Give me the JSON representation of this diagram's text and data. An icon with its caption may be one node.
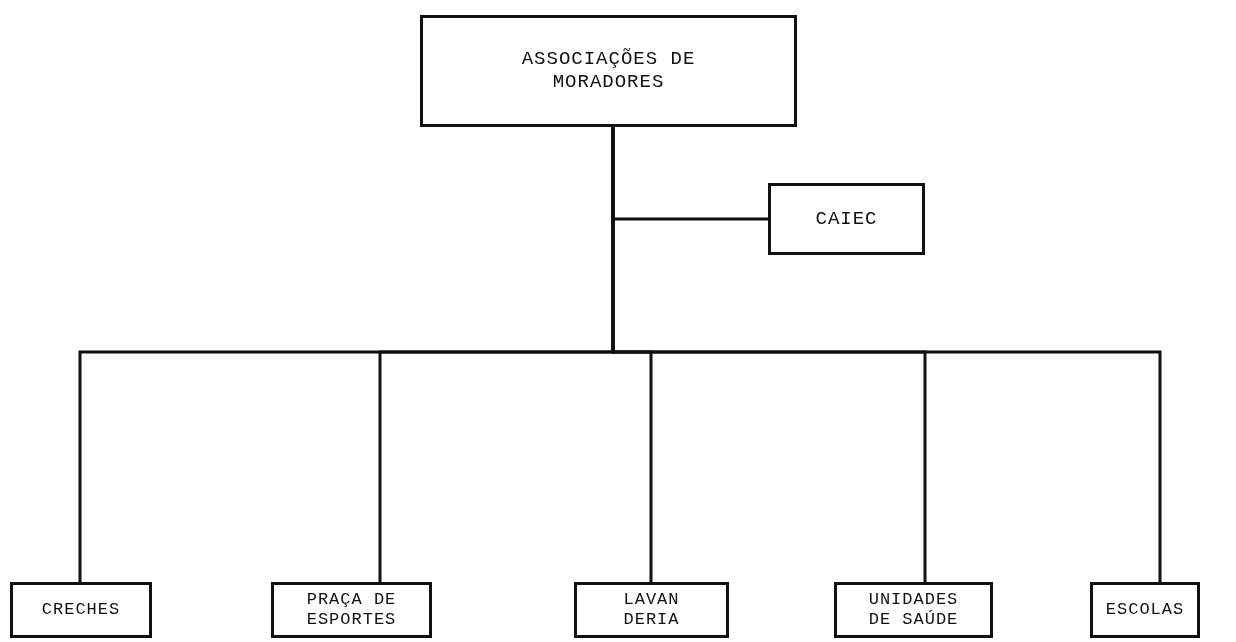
{
  "diagram": {
    "nodes": [
      {
        "text": [
          "ASSOCIAÇÕES DE MORADORES"
        ]
      },
      {
        "text": [
          "CAIEC"
        ]
      },
      {
        "text": [
          "CRECHES"
        ]
      },
      {
        "text": [
          "PRAÇA DE ESPORTES"
        ]
      },
      {
        "text": [
          "LAVAN DERIA"
        ]
      },
      {
        "text": [
          "UNIDADES DE SAÚDE"
        ]
      },
      {
        "text": [
          "ESCOLAS"
        ]
      }
    ],
    "edges": [
      {
        "from": 0,
        "to": 1,
        "arrow": "none"
      },
      {
        "from": 0,
        "to": 2,
        "arrow": "none"
      },
      {
        "from": 0,
        "to": 3,
        "arrow": "none"
      },
      {
        "from": 0,
        "to": 4,
        "arrow": "none"
      },
      {
        "from": 0,
        "to": 5,
        "arrow": "none"
      },
      {
        "from": 0,
        "to": 6,
        "arrow": "none"
      }
    ]
  }
}
